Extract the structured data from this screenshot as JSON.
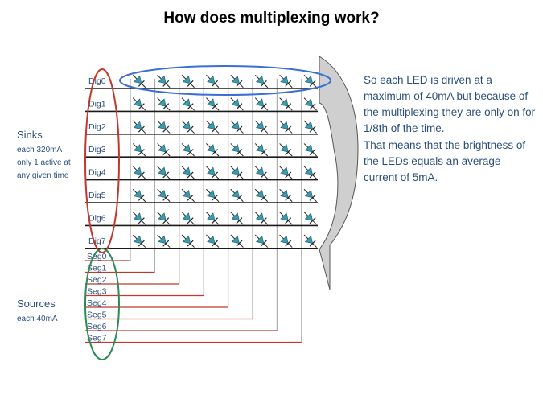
{
  "title": "How does multiplexing work?",
  "sinks": {
    "heading": "Sinks",
    "lines": [
      "each 320mA",
      "only 1 active at",
      "any given time"
    ]
  },
  "sources": {
    "heading": "Sources",
    "lines": [
      "each 40mA"
    ]
  },
  "digits": [
    "Dig0",
    "Dig1",
    "Dig2",
    "Dig3",
    "Dig4",
    "Dig5",
    "Dig6",
    "Dig7"
  ],
  "segments": [
    "Seg0",
    "Seg1",
    "Seg2",
    "Seg3",
    "Seg4",
    "Seg5",
    "Seg6",
    "Seg7"
  ],
  "description": [
    "So each LED is driven at a maximum of 40mA but because of the multiplexing they are only on for 1/8th of the time.",
    "That means that the brightness of the LEDs equals an average current of  5mA."
  ],
  "colors": {
    "sink_ellipse": "#c0392b",
    "source_ellipse": "#2e8b57",
    "row_ellipse": "#3b6fd4",
    "row_wire": "#1a1a1a",
    "column_wire": "#b0b0b0",
    "segment_wire": "#c0392b",
    "led": "#3a9ab0",
    "arrow_fill": "#cfcfcf"
  },
  "icons": {
    "led": "led-diode-icon",
    "scan_arrow": "curved-arrow-icon"
  }
}
